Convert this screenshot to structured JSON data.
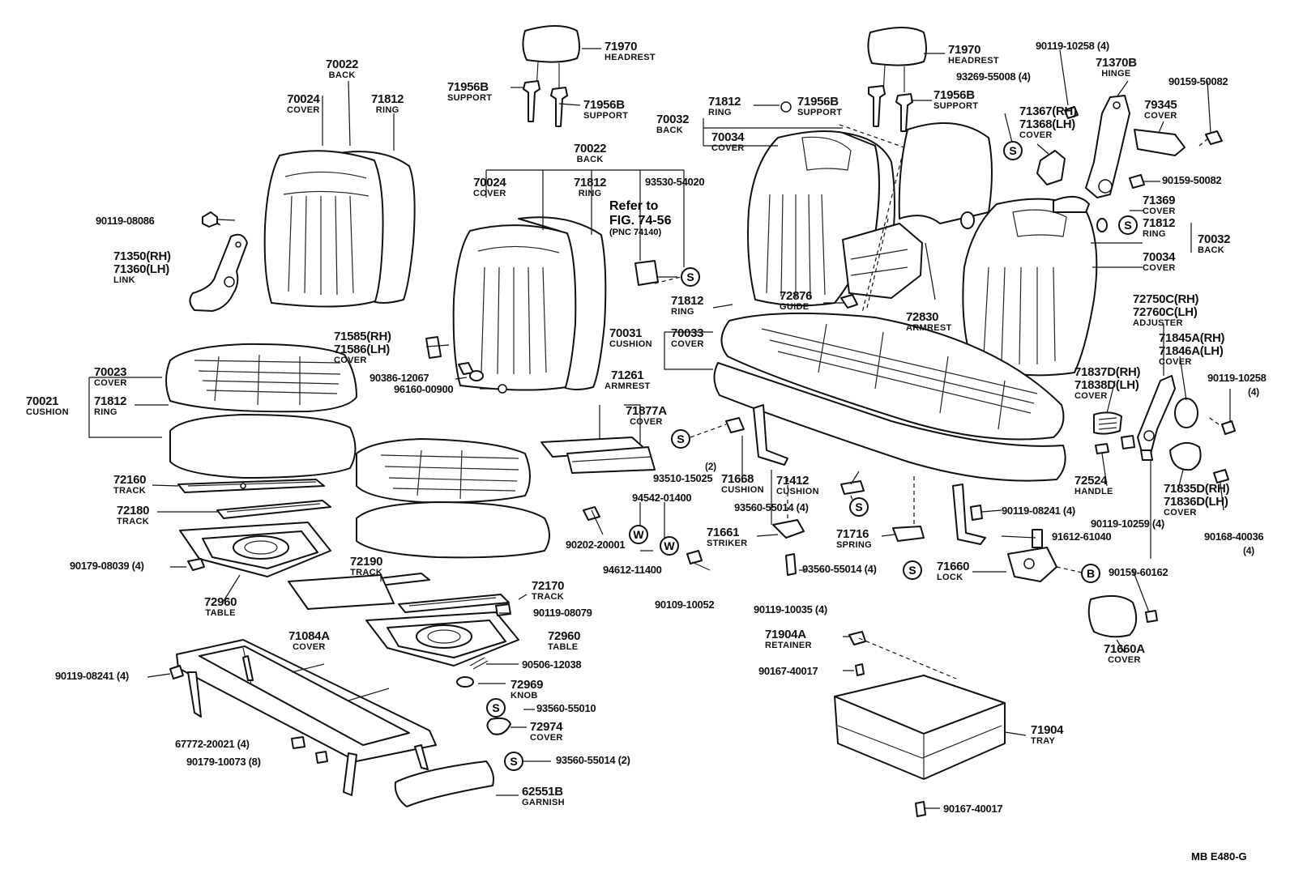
{
  "callouts": [
    {
      "pn": "70022",
      "nm": "BACK"
    },
    {
      "pn": "70024",
      "nm": "COVER"
    },
    {
      "pn": "71812",
      "nm": "RING"
    },
    {
      "pn": "90119-08086",
      "nm": ""
    },
    {
      "pn": "71350(RH)",
      "nm": ""
    },
    {
      "pn": "71360(LH)",
      "nm": "LINK"
    },
    {
      "pn": "70023",
      "nm": "COVER"
    },
    {
      "pn": "70021",
      "nm": "CUSHION"
    },
    {
      "pn": "71812",
      "nm": "RING"
    },
    {
      "pn": "72160",
      "nm": "TRACK"
    },
    {
      "pn": "72180",
      "nm": "TRACK"
    },
    {
      "pn": "90179-08039 (4)",
      "nm": ""
    },
    {
      "pn": "72960",
      "nm": "TABLE"
    },
    {
      "pn": "90119-08241 (4)",
      "nm": ""
    },
    {
      "pn": "67772-20021 (4)",
      "nm": ""
    },
    {
      "pn": "90179-10073 (8)",
      "nm": ""
    },
    {
      "pn": "71970",
      "nm": "HEADREST"
    },
    {
      "pn": "71956B",
      "nm": "SUPPORT"
    },
    {
      "pn": "71956B",
      "nm": "SUPPORT"
    },
    {
      "pn": "70022",
      "nm": "BACK"
    },
    {
      "pn": "70024",
      "nm": "COVER"
    },
    {
      "pn": "71812",
      "nm": "RING"
    },
    {
      "pn": "93530-54020",
      "nm": ""
    },
    {
      "pn": "71585(RH)",
      "nm": ""
    },
    {
      "pn": "71586(LH)",
      "nm": "COVER"
    },
    {
      "pn": "90386-12067",
      "nm": ""
    },
    {
      "pn": "96160-00900",
      "nm": ""
    },
    {
      "pn": "71261",
      "nm": "ARMREST"
    },
    {
      "pn": "71877A",
      "nm": "COVER"
    },
    {
      "pn": "93510-15025",
      "nm": ""
    },
    {
      "pn": "(2)",
      "nm": ""
    },
    {
      "pn": "94542-01400",
      "nm": ""
    },
    {
      "pn": "90202-20001",
      "nm": ""
    },
    {
      "pn": "94612-11400",
      "nm": ""
    },
    {
      "pn": "90109-10052",
      "nm": ""
    },
    {
      "pn": "72190",
      "nm": "TRACK"
    },
    {
      "pn": "71084A",
      "nm": "COVER"
    },
    {
      "pn": "72170",
      "nm": "TRACK"
    },
    {
      "pn": "90119-08079",
      "nm": ""
    },
    {
      "pn": "72960",
      "nm": "TABLE"
    },
    {
      "pn": "90506-12038",
      "nm": ""
    },
    {
      "pn": "72969",
      "nm": "KNOB"
    },
    {
      "pn": "93560-55010",
      "nm": ""
    },
    {
      "pn": "72974",
      "nm": "COVER"
    },
    {
      "pn": "93560-55014 (2)",
      "nm": ""
    },
    {
      "pn": "62551B",
      "nm": "GARNISH"
    },
    {
      "pn": "71970",
      "nm": "HEADREST"
    },
    {
      "pn": "71812",
      "nm": "RING"
    },
    {
      "pn": "71956B",
      "nm": "SUPPORT"
    },
    {
      "pn": "71956B",
      "nm": "SUPPORT"
    },
    {
      "pn": "70032",
      "nm": "BACK"
    },
    {
      "pn": "70034",
      "nm": "COVER"
    },
    {
      "pn": "93269-55008 (4)",
      "nm": ""
    },
    {
      "pn": "90119-10258 (4)",
      "nm": ""
    },
    {
      "pn": "71370B",
      "nm": "HINGE"
    },
    {
      "pn": "90159-50082",
      "nm": ""
    },
    {
      "pn": "79345",
      "nm": "COVER"
    },
    {
      "pn": "71367(RH)",
      "nm": ""
    },
    {
      "pn": "71368(LH)",
      "nm": "COVER"
    },
    {
      "pn": "90159-50082",
      "nm": ""
    },
    {
      "pn": "71369",
      "nm": "COVER"
    },
    {
      "pn": "71812",
      "nm": "RING"
    },
    {
      "pn": "70032",
      "nm": "BACK"
    },
    {
      "pn": "70034",
      "nm": "COVER"
    },
    {
      "pn": "72876",
      "nm": "GUIDE"
    },
    {
      "pn": "72830",
      "nm": "ARMREST"
    },
    {
      "pn": "71812",
      "nm": "RING"
    },
    {
      "pn": "70031",
      "nm": "CUSHION"
    },
    {
      "pn": "70033",
      "nm": "COVER"
    },
    {
      "pn": "72750C(RH)",
      "nm": ""
    },
    {
      "pn": "72760C(LH)",
      "nm": "ADJUSTER"
    },
    {
      "pn": "71845A(RH)",
      "nm": ""
    },
    {
      "pn": "71846A(LH)",
      "nm": "COVER"
    },
    {
      "pn": "90119-10258",
      "nm": ""
    },
    {
      "pn": "(4)",
      "nm": ""
    },
    {
      "pn": "71837D(RH)",
      "nm": ""
    },
    {
      "pn": "71838D(LH)",
      "nm": "COVER"
    },
    {
      "pn": "71668",
      "nm": "CUSHION"
    },
    {
      "pn": "71412",
      "nm": "CUSHION"
    },
    {
      "pn": "93560-55014 (4)",
      "nm": ""
    },
    {
      "pn": "72524",
      "nm": "HANDLE"
    },
    {
      "pn": "71835D(RH)",
      "nm": ""
    },
    {
      "pn": "71836D(LH)",
      "nm": "COVER"
    },
    {
      "pn": "90119-08241 (4)",
      "nm": ""
    },
    {
      "pn": "71661",
      "nm": "STRIKER"
    },
    {
      "pn": "71716",
      "nm": "SPRING"
    },
    {
      "pn": "90119-10259 (4)",
      "nm": ""
    },
    {
      "pn": "90168-40036",
      "nm": ""
    },
    {
      "pn": "(4)",
      "nm": ""
    },
    {
      "pn": "91612-61040",
      "nm": ""
    },
    {
      "pn": "93560-55014 (4)",
      "nm": ""
    },
    {
      "pn": "71660",
      "nm": "LOCK"
    },
    {
      "pn": "90159-60162",
      "nm": ""
    },
    {
      "pn": "90119-10035 (4)",
      "nm": ""
    },
    {
      "pn": "71660A",
      "nm": "COVER"
    },
    {
      "pn": "71904A",
      "nm": "RETAINER"
    },
    {
      "pn": "90167-40017",
      "nm": ""
    },
    {
      "pn": "71904",
      "nm": "TRAY"
    },
    {
      "pn": "90167-40017",
      "nm": ""
    }
  ],
  "symbols": [
    "S",
    "S",
    "W",
    "W",
    "S",
    "S",
    "S",
    "S",
    "S",
    "S",
    "B"
  ],
  "reference": {
    "line1": "Refer to",
    "line2": "FIG. 74-56",
    "line3": "(PNC 74140)"
  },
  "diagram_code": "MB  E480-G"
}
